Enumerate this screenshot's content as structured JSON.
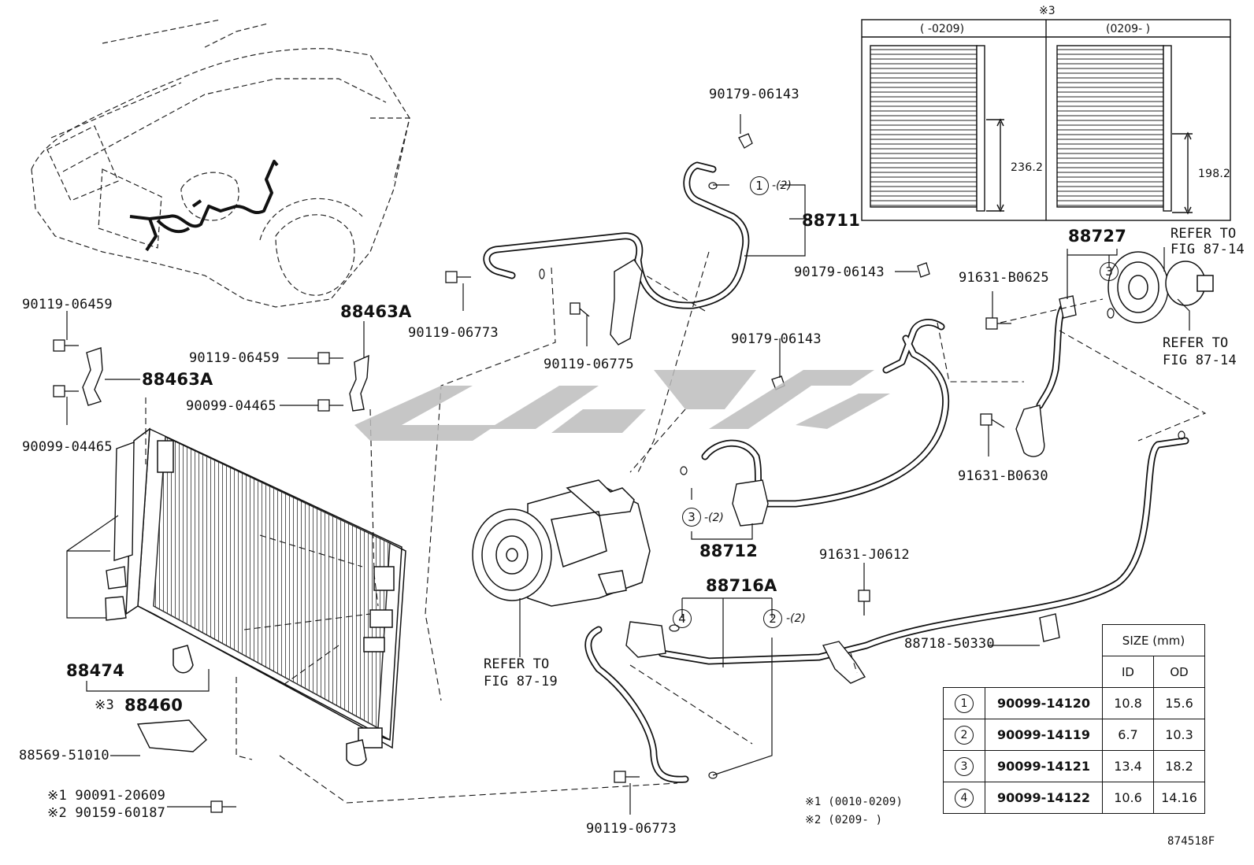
{
  "parts": {
    "hose_88711": "88711",
    "cond_note": "※3",
    "cond_88460": "88460",
    "bracket_88463A_a": "88463A",
    "bracket_88463A_b": "88463A",
    "insulator_88474": "88474",
    "bracket_88569": "88569-51010",
    "tube_88712": "88712",
    "tube_88716A": "88716A",
    "tube_88727": "88727",
    "clamp_88718": "88718-50330"
  },
  "bolts": {
    "b_90119_06459_top": "90119-06459",
    "b_90099_04465_left": "90099-04465",
    "b_90119_06459_mid": "90119-06459",
    "b_90099_04465_mid": "90099-04465",
    "b_90119_06773_top": "90119-06773",
    "b_90119_06775": "90119-06775",
    "b_90179_06143_top": "90179-06143",
    "b_90179_06143_mid": "90179-06143",
    "b_90179_06143_low": "90179-06143",
    "b_91631_B0625": "91631-B0625",
    "b_91631_B0630": "91631-B0630",
    "b_91631_J0612": "91631-J0612",
    "b_90119_06773_bot": "90119-06773",
    "b_note1": "※1 90091-20609",
    "b_note2": "※2 90159-60187"
  },
  "refs": {
    "fig8714_a_1": "REFER TO",
    "fig8714_a_2": "FIG 87-14",
    "fig8714_b_1": "REFER TO",
    "fig8714_b_2": "FIG 87-14",
    "fig8719_1": "REFER TO",
    "fig8719_2": "FIG 87-19"
  },
  "callouts": {
    "c1": "1",
    "c1_qty": "-(2)",
    "c3_a": "3",
    "c3_a_qty": "-(2)",
    "c3_b": "3",
    "c4": "4",
    "c2": "2",
    "c2_qty": "-(2)"
  },
  "inset": {
    "note": "※3",
    "left_header": "(      -0209)",
    "right_header": "(0209-      )",
    "left_dim": "236.2",
    "right_dim": "198.2"
  },
  "notes": {
    "n1": "※1 (0010-0209)",
    "n2": "※2 (0209-      )"
  },
  "size_table": {
    "title": "SIZE (mm)",
    "col_id": "ID",
    "col_od": "OD",
    "rows": [
      {
        "mark": "1",
        "part": "90099-14120",
        "id": "10.8",
        "od": "15.6"
      },
      {
        "mark": "2",
        "part": "90099-14119",
        "id": "6.7",
        "od": "10.3"
      },
      {
        "mark": "3",
        "part": "90099-14121",
        "id": "13.4",
        "od": "18.2"
      },
      {
        "mark": "4",
        "part": "90099-14122",
        "id": "10.6",
        "od": "14.16"
      }
    ]
  },
  "figure_id": "874518F"
}
